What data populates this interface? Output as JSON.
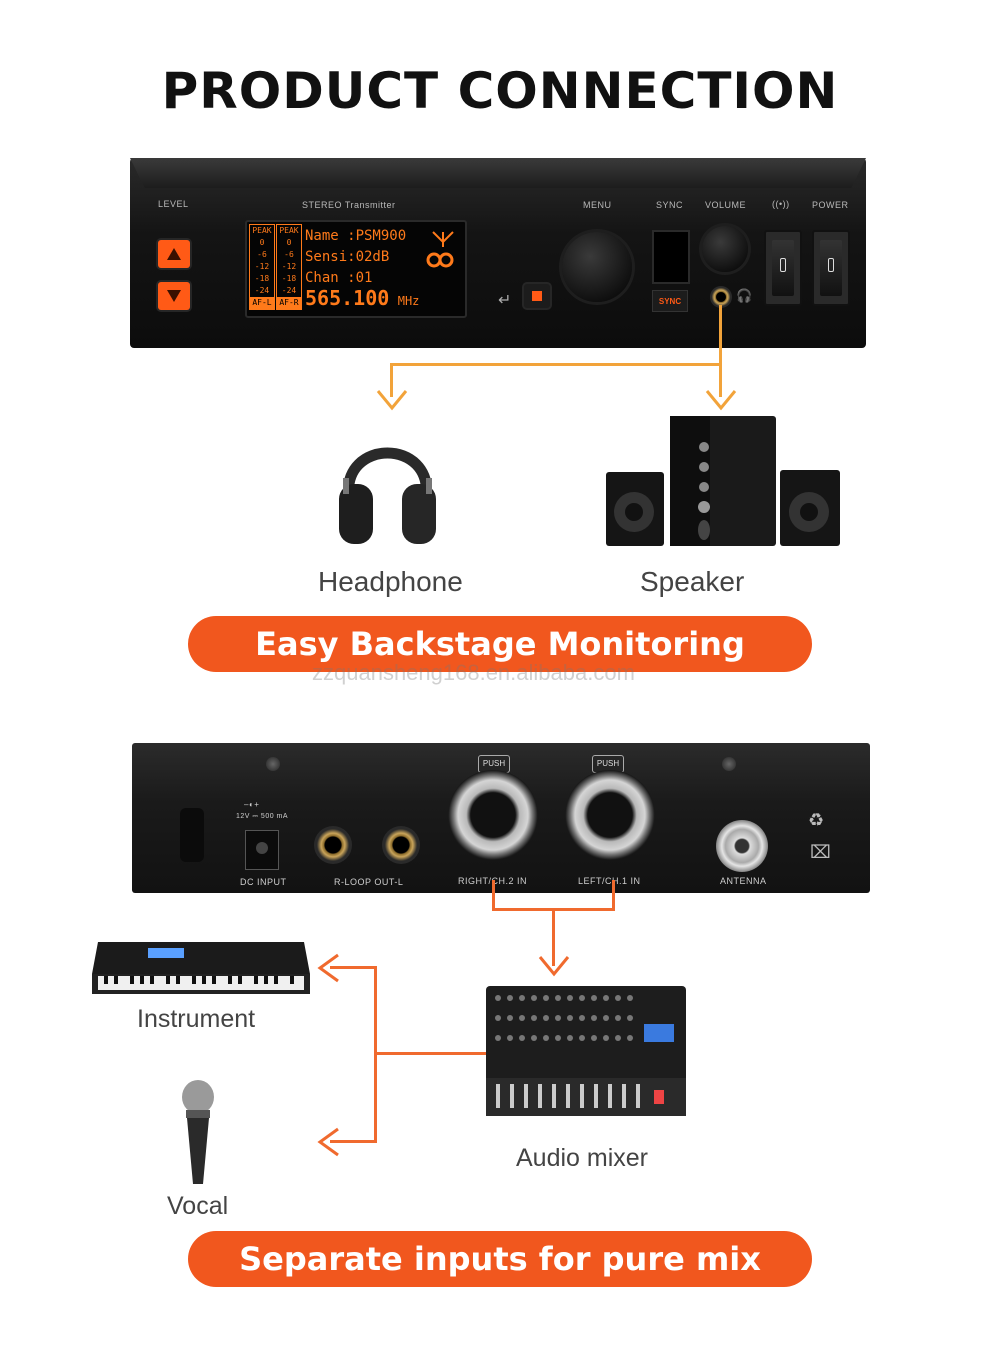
{
  "title": "PRODUCT CONNECTION",
  "front_panel": {
    "level_label": "LEVEL",
    "device_label": "STEREO Transmitter",
    "menu_label": "MENU",
    "sync_label": "SYNC",
    "volume_label": "VOLUME",
    "power_label": "POWER",
    "sync_button": "SYNC",
    "lcd": {
      "peak_left": "PEAK",
      "peak_right": "PEAK",
      "meter_ticks": [
        "0",
        "-6",
        "-12",
        "-18",
        "-24"
      ],
      "af_left": "AF-L",
      "af_right": "AF-R",
      "name_line": "Name :PSM900",
      "sensi_line": "Sensi:02dB",
      "chan_line": "Chan :01",
      "frequency": "565.100",
      "frequency_unit": "MHz"
    }
  },
  "outputs": {
    "headphone_label": "Headphone",
    "speaker_label": "Speaker"
  },
  "banner_top": "Easy Backstage Monitoring",
  "watermark": "zzquansheng168.en.alibaba.com",
  "back_panel": {
    "power_spec": "12V ⎓ 500 mA",
    "dc_input": "DC INPUT",
    "loop_out": "R-LOOP OUT-L",
    "right_in": "RIGHT/CH.2 IN",
    "left_in": "LEFT/CH.1 IN",
    "antenna": "ANTENNA",
    "push_label_1": "PUSH",
    "push_label_2": "PUSH"
  },
  "inputs": {
    "instrument_label": "Instrument",
    "vocal_label": "Vocal",
    "mixer_label": "Audio mixer"
  },
  "banner_bottom": "Separate inputs for pure mix",
  "colors": {
    "accent_orange": "#f1571e",
    "arrow_yellow": "#f2a33a",
    "arrow_orange": "#f06a2e",
    "lcd_orange": "#ff7a1a"
  }
}
